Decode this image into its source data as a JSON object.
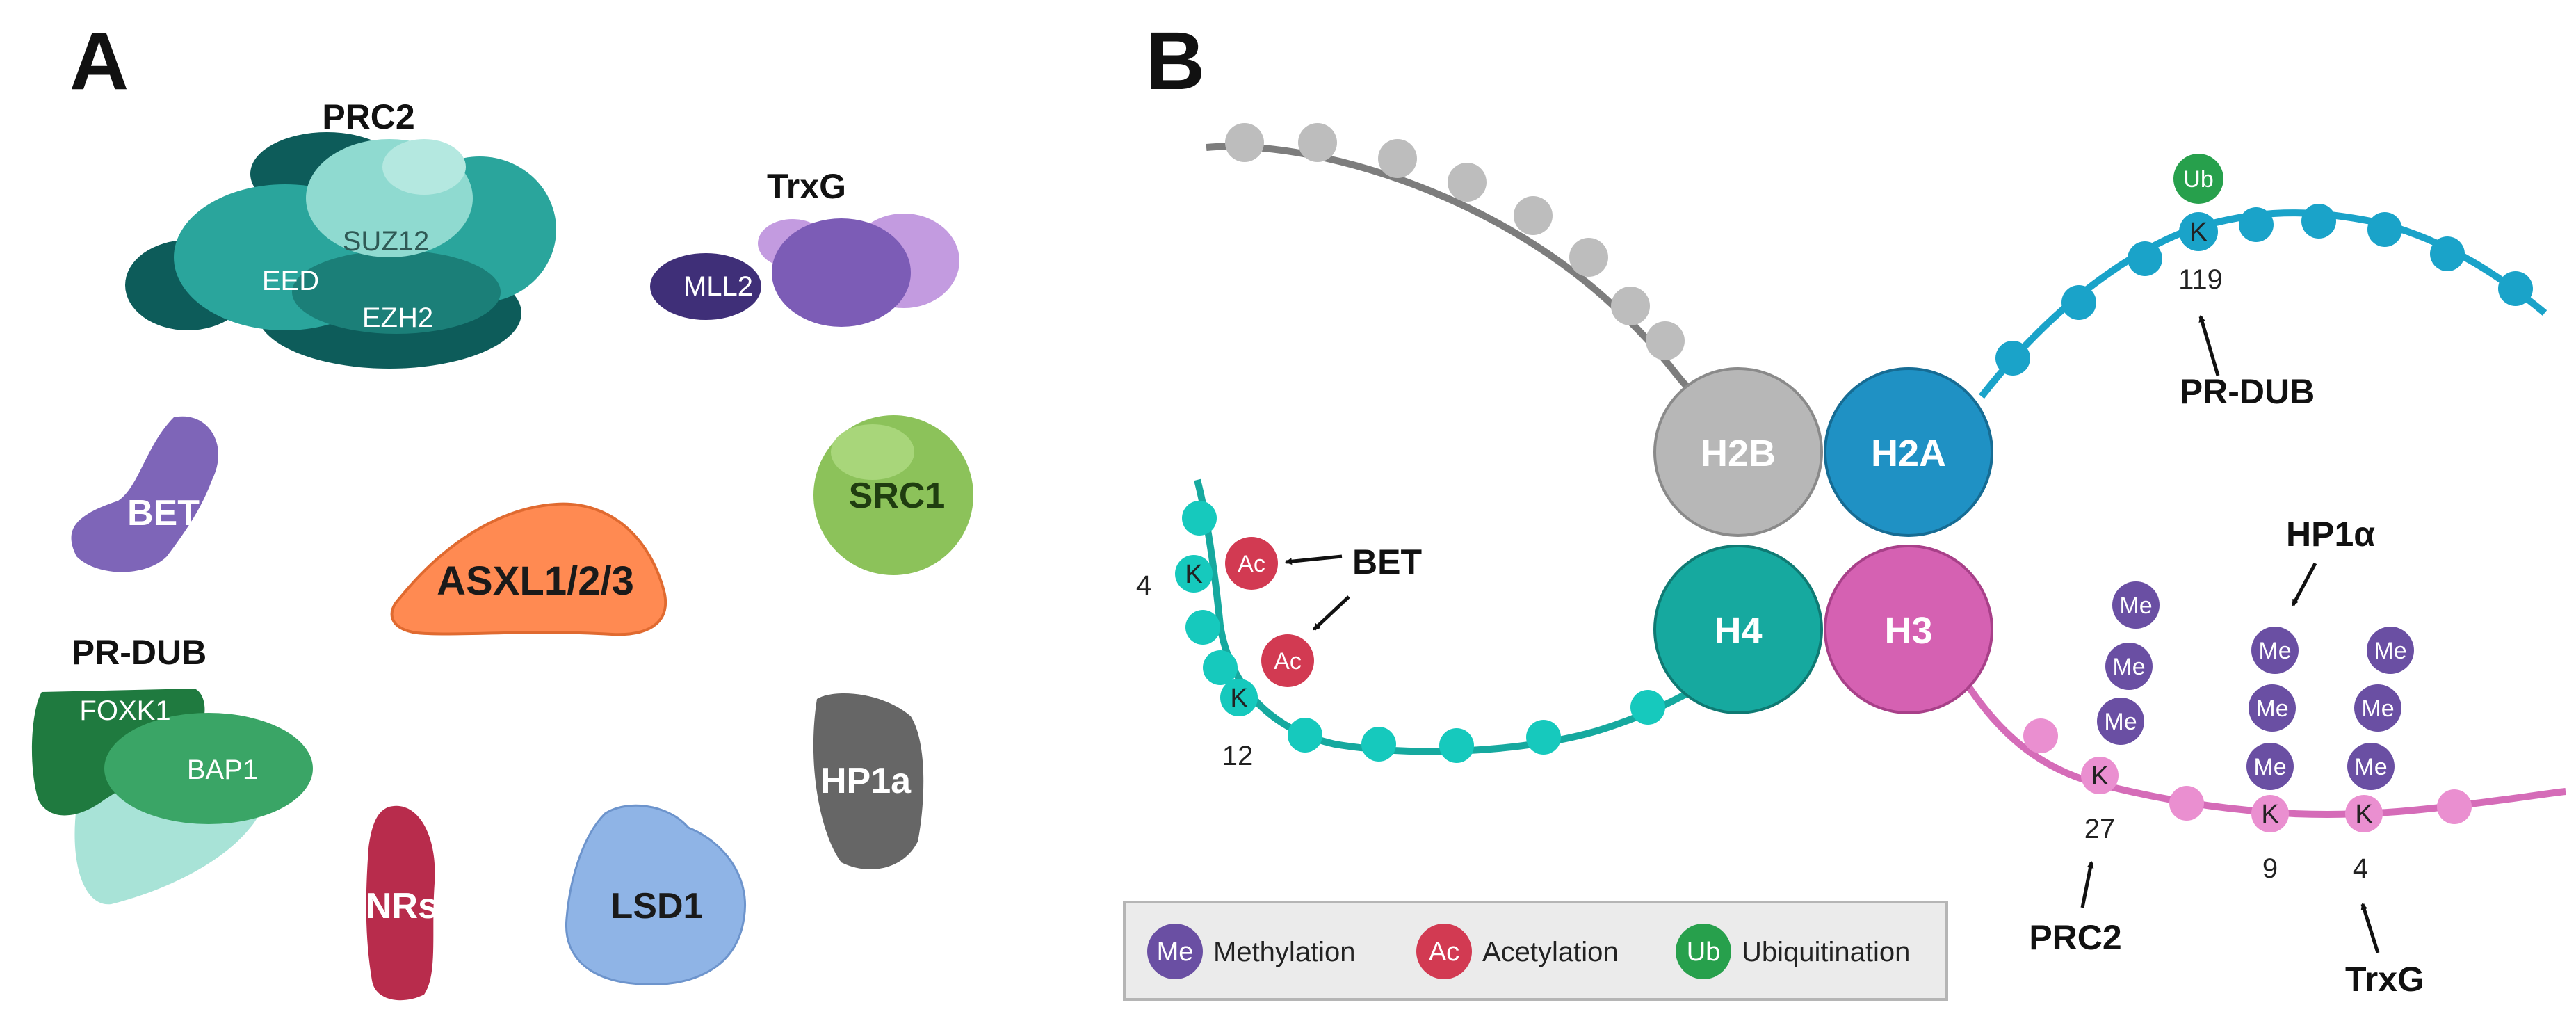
{
  "panels": {
    "a": "A",
    "b": "B"
  },
  "panel_a": {
    "prc2": {
      "title": "PRC2",
      "suz12": "SUZ12",
      "eed": "EED",
      "ezh2": "EZH2"
    },
    "trxg": {
      "title": "TrxG",
      "mll2": "MLL2"
    },
    "bet": "BET",
    "src1": "SRC1",
    "asxl": "ASXL1/2/3",
    "prdub": {
      "title": "PR-DUB",
      "foxk1": "FOXK1",
      "bap1": "BAP1"
    },
    "hp1a": "HP1a",
    "nrs": "NRs",
    "lsd1": "LSD1"
  },
  "panel_b": {
    "histones": {
      "h2b": "H2B",
      "h2a": "H2A",
      "h4": "H4",
      "h3": "H3"
    },
    "modifications": {
      "me": "Me",
      "ac": "Ac",
      "ub": "Ub",
      "k": "K"
    },
    "positions": {
      "h2a_k119": "119",
      "h4_k4": "4",
      "h4_k12": "12",
      "h3_k27": "27",
      "h3_k9": "9",
      "h3_k4": "4"
    },
    "enzymes": {
      "bet": "BET",
      "prdub": "PR-DUB",
      "hp1a": "HP1α",
      "prc2": "PRC2",
      "trxg": "TrxG"
    },
    "legend": {
      "methylation": "Methylation",
      "acetylation": "Acetylation",
      "ubiquitination": "Ubiquitination"
    }
  },
  "colors": {
    "teal_dark": "#0d5c5a",
    "teal": "#2aa59c",
    "teal_light": "#7fd6cc",
    "purple": "#6b4f9e",
    "purple_light": "#b58fd1",
    "bet": "#7e65b8",
    "src1": "#8cc25a",
    "asxl": "#ff8a52",
    "green_dark": "#1f7a3f",
    "green": "#3aa566",
    "hp1a": "#666666",
    "nrs": "#b82c4c",
    "lsd1": "#8fb4e6",
    "h2b": "#b7b7b7",
    "h2a": "#1f91c4",
    "h4": "#16a99f",
    "h3": "#d561b2",
    "me": "#6a4fa3",
    "ac": "#d23a52",
    "ub": "#27a04c",
    "tail_gray": "#7d7d7d",
    "tail_blue": "#1aa3c9",
    "tail_teal": "#16a99f",
    "tail_pink": "#d56cb8"
  }
}
